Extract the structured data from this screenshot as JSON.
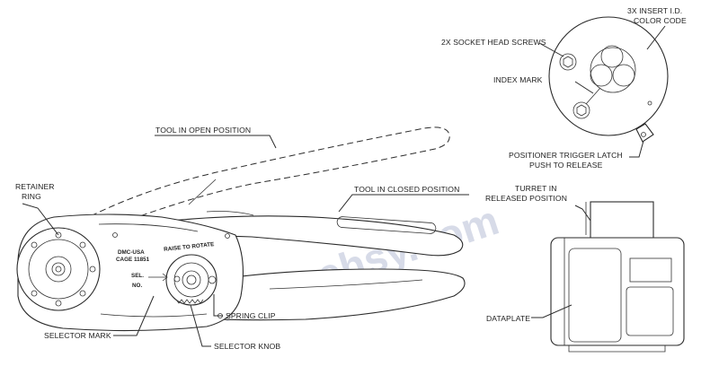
{
  "watermark": "www.ehsy.com",
  "labels": {
    "insert_id": [
      "3X INSERT I.D.",
      "COLOR CODE"
    ],
    "socket_screws": "2X SOCKET HEAD SCREWS",
    "index_mark": "INDEX MARK",
    "trigger_latch": [
      "POSITIONER TRIGGER LATCH",
      "PUSH TO RELEASE"
    ],
    "open_position": "TOOL IN OPEN POSITION",
    "closed_position": "TOOL IN CLOSED POSITION",
    "retainer_ring": [
      "RETAINER",
      "RING"
    ],
    "turret_released": [
      "TURRET IN",
      "RELEASED POSITION"
    ],
    "selector_mark": "SELECTOR MARK",
    "spring_clip": "SPRING CLIP",
    "selector_knob": "SELECTOR KNOB",
    "dataplate": "DATAPLATE"
  },
  "tool_markings": {
    "maker": "DMC-USA",
    "cage": "CAGE 11851",
    "raise_to_rotate": "RAISE TO ROTATE",
    "sel": "SEL.",
    "no": "NO."
  }
}
